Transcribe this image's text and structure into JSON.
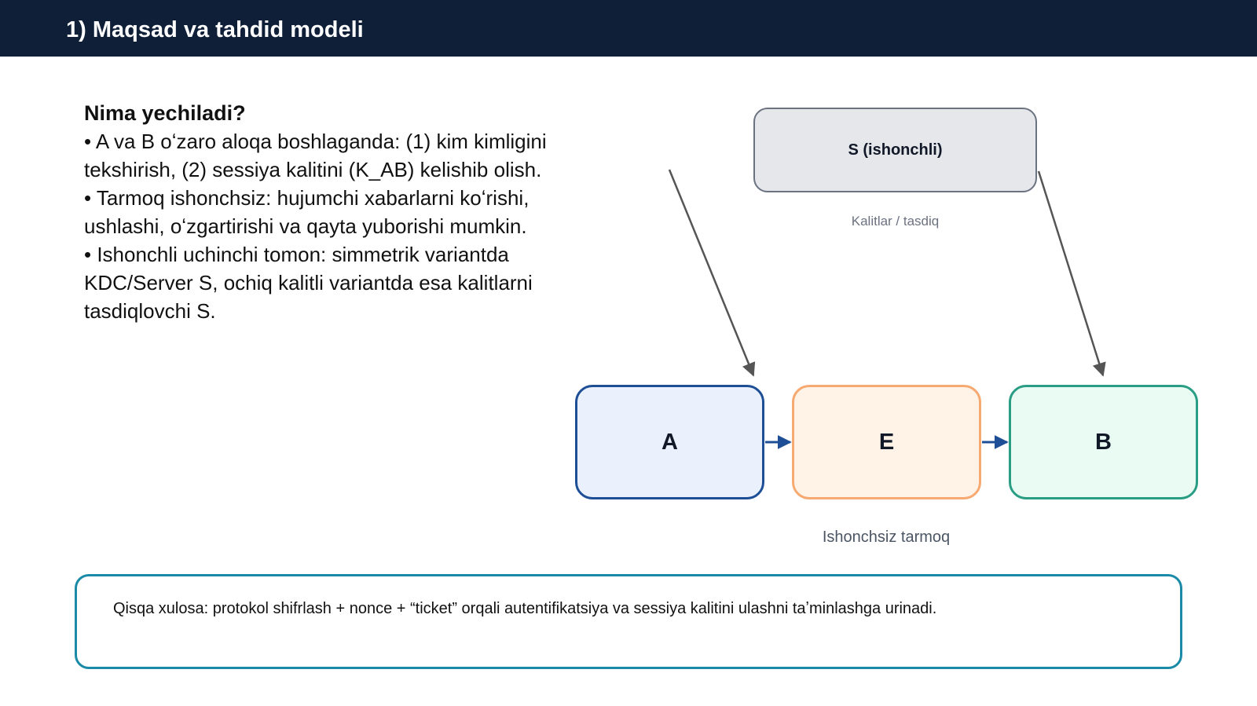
{
  "header": {
    "title": "1) Maqsad va tahdid modeli"
  },
  "left": {
    "heading": "Nima yechiladi?",
    "bullets": [
      "• A va B oʻzaro aloqa boshlaganda: (1) kim kimligini tekshirish, (2) sessiya kalitini (K_AB) kelishib olish.",
      "• Tarmoq ishonchsiz: hujumchi xabarlarni koʻrishi, ushlashi, oʻzgartirishi va qayta yuborishi mumkin.",
      "• Ishonchli uchinchi tomon: simmetrik variantda KDC/Server S, ochiq kalitli variantda esa kalitlarni tasdiqlovchi S."
    ]
  },
  "diagram": {
    "server": {
      "label": "S (ishonchli)",
      "caption": "Kalitlar / tasdiq"
    },
    "nodes": {
      "a": "A",
      "e": "E",
      "b": "B"
    },
    "network_caption": "Ishonchsiz tarmoq"
  },
  "summary": {
    "text": "Qisqa xulosa: protokol shifrlash + nonce + “ticket” orqali autentifikatsiya va sessiya kalitini ulashni taʼminlashga urinadi."
  },
  "colors": {
    "header_bg": "#0f1f38",
    "node_a_border": "#1e4f96",
    "node_e_border": "#f6a971",
    "node_b_border": "#2a9d85",
    "summary_border": "#1a8aa6",
    "arrow_gray": "#555555",
    "arrow_blue": "#1e4f96"
  }
}
